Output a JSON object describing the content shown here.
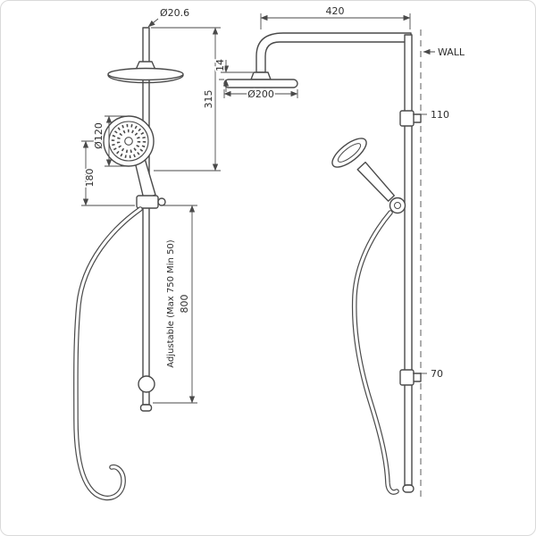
{
  "drawing": {
    "colors": {
      "line": "#4a4a4a",
      "background": "#ffffff"
    },
    "front_view": {
      "top_pipe_diameter": "Ø20.6",
      "upper_height": "315",
      "hand_shower_diameter": "Ø120",
      "handle_to_bracket": "180",
      "rail_length": "800",
      "adjustable_note": "Adjustable (Max 750 Min 50)"
    },
    "side_view": {
      "arm_reach": "420",
      "head_gap": "14",
      "head_diameter": "Ø200",
      "top_bracket_offset": "110",
      "bottom_bracket_offset": "70",
      "wall_label": "WALL"
    }
  }
}
